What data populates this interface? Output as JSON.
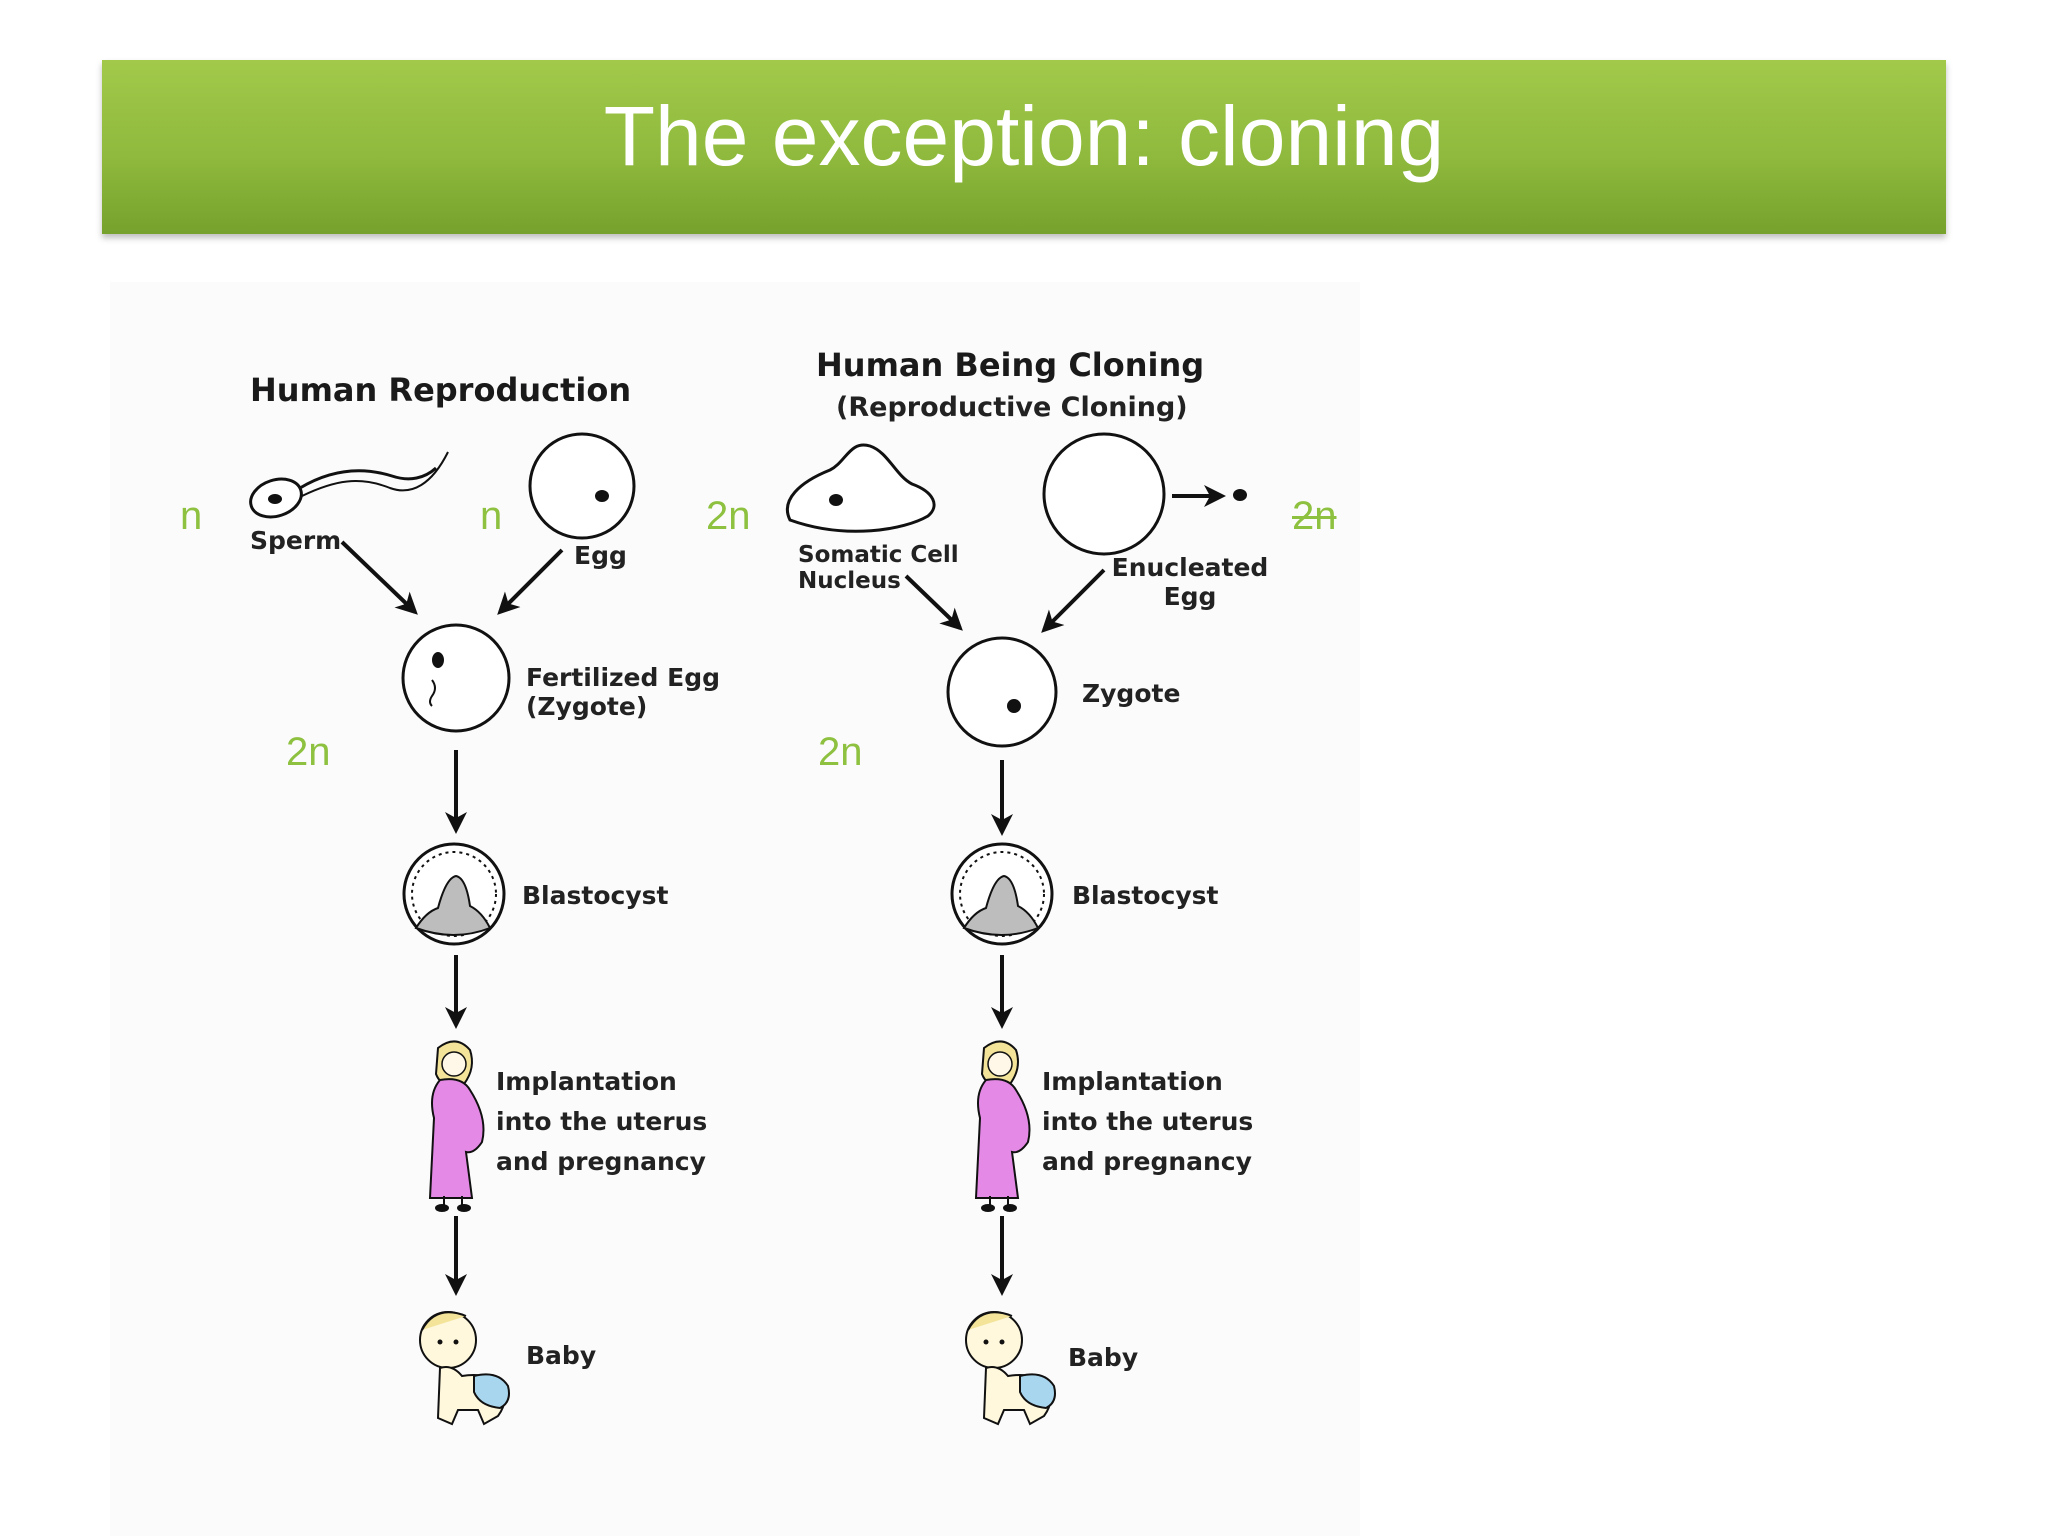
{
  "slide": {
    "title": "The exception: cloning"
  },
  "left_diagram": {
    "heading": "Human Reproduction",
    "sperm_label": "Sperm",
    "egg_label": "Egg",
    "fertilized_line1": "Fertilized Egg",
    "fertilized_line2": "(Zygote)",
    "blastocyst_label": "Blastocyst",
    "implant_line1": "Implantation",
    "implant_line2": "into the uterus",
    "implant_line3": "and pregnancy",
    "baby_label": "Baby"
  },
  "right_diagram": {
    "heading": "Human Being Cloning",
    "subheading": "(Reproductive Cloning)",
    "somatic_line1": "Somatic Cell",
    "somatic_line2": "Nucleus",
    "enucleated_line1": "Enucleated",
    "enucleated_line2": "Egg",
    "zygote_label": "Zygote",
    "blastocyst_label": "Blastocyst",
    "implant_line1": "Implantation",
    "implant_line2": "into the uterus",
    "implant_line3": "and pregnancy",
    "baby_label": "Baby"
  },
  "ploidy_annotations": {
    "sperm": "n",
    "egg": "n",
    "fertilized_egg": "2n",
    "somatic_nucleus": "2n",
    "enucleated_egg_struck": "2n",
    "clone_zygote": "2n"
  },
  "colors": {
    "title_bar": "#8fba3d",
    "annotation_green": "#8dc13f",
    "pregnant_dress": "#e48ae6",
    "baby_diaper": "#a9d6ef",
    "hair": "#f3e49a"
  }
}
